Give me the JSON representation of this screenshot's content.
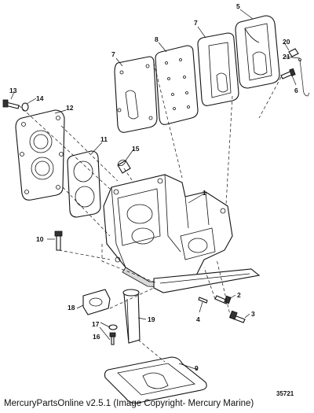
{
  "diagram": {
    "callouts": [
      {
        "id": "c1",
        "text": "1"
      },
      {
        "id": "c2",
        "text": "2"
      },
      {
        "id": "c3",
        "text": "3"
      },
      {
        "id": "c4",
        "text": "4"
      },
      {
        "id": "c5",
        "text": "5"
      },
      {
        "id": "c6",
        "text": "6"
      },
      {
        "id": "c7a",
        "text": "7"
      },
      {
        "id": "c7b",
        "text": "7"
      },
      {
        "id": "c8",
        "text": "8"
      },
      {
        "id": "c9",
        "text": "9"
      },
      {
        "id": "c10",
        "text": "10"
      },
      {
        "id": "c11",
        "text": "11"
      },
      {
        "id": "c12",
        "text": "12"
      },
      {
        "id": "c13",
        "text": "13"
      },
      {
        "id": "c14",
        "text": "14"
      },
      {
        "id": "c15",
        "text": "15"
      },
      {
        "id": "c16",
        "text": "16"
      },
      {
        "id": "c17",
        "text": "17"
      },
      {
        "id": "c18",
        "text": "18"
      },
      {
        "id": "c19",
        "text": "19"
      },
      {
        "id": "c20",
        "text": "20"
      },
      {
        "id": "c21",
        "text": "21"
      }
    ],
    "figure_number": "35721"
  },
  "footer": {
    "text": "MercuryPartsOnline v2.5.1 (Image Copyright- Mercury Marine)"
  }
}
